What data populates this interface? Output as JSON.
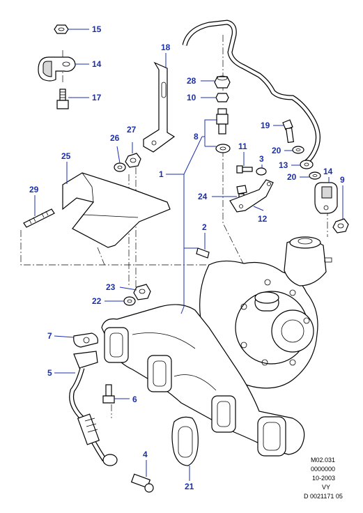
{
  "callouts": {
    "c15": "15",
    "c14a": "14",
    "c17": "17",
    "c18": "18",
    "c28": "28",
    "c10": "10",
    "c8": "8",
    "c19": "19",
    "c20a": "20",
    "c13": "13",
    "c20b": "20",
    "c27": "27",
    "c26": "26",
    "c11": "11",
    "c3": "3",
    "c25": "25",
    "c1": "1",
    "c14b": "14",
    "c9": "9",
    "c29": "29",
    "c24": "24",
    "c12": "12",
    "c2": "2",
    "c23": "23",
    "c22": "22",
    "c7": "7",
    "c5": "5",
    "c6": "6",
    "c4": "4",
    "c21": "21"
  },
  "reference": {
    "line1": "M02.031",
    "line2": "0000000",
    "line3": "10-2003",
    "line4": "VY",
    "line5": "D 0021171 05"
  },
  "colors": {
    "callout": "#1a2fb0",
    "line": "#000000",
    "shade": "#d8d8d8"
  }
}
